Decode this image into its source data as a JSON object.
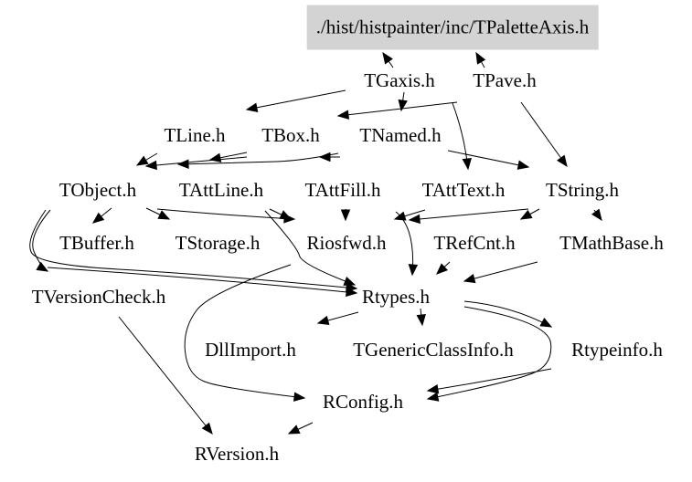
{
  "graph": {
    "root": "./hist/histpainter/inc/TPaletteAxis.h",
    "nodes": [
      {
        "id": "root",
        "label": "./hist/histpainter/inc/TPaletteAxis.h",
        "highlighted": true
      },
      {
        "id": "TGaxis",
        "label": "TGaxis.h"
      },
      {
        "id": "TPave",
        "label": "TPave.h"
      },
      {
        "id": "TLine",
        "label": "TLine.h"
      },
      {
        "id": "TBox",
        "label": "TBox.h"
      },
      {
        "id": "TNamed",
        "label": "TNamed.h"
      },
      {
        "id": "TObject",
        "label": "TObject.h"
      },
      {
        "id": "TAttLine",
        "label": "TAttLine.h"
      },
      {
        "id": "TAttFill",
        "label": "TAttFill.h"
      },
      {
        "id": "TAttText",
        "label": "TAttText.h"
      },
      {
        "id": "TString",
        "label": "TString.h"
      },
      {
        "id": "TBuffer",
        "label": "TBuffer.h"
      },
      {
        "id": "TStorage",
        "label": "TStorage.h"
      },
      {
        "id": "Riosfwd",
        "label": "Riosfwd.h"
      },
      {
        "id": "TRefCnt",
        "label": "TRefCnt.h"
      },
      {
        "id": "TMathBase",
        "label": "TMathBase.h"
      },
      {
        "id": "TVersionCheck",
        "label": "TVersionCheck.h"
      },
      {
        "id": "Rtypes",
        "label": "Rtypes.h"
      },
      {
        "id": "DllImport",
        "label": "DllImport.h"
      },
      {
        "id": "TGenericClassInfo",
        "label": "TGenericClassInfo.h"
      },
      {
        "id": "Rtypeinfo",
        "label": "Rtypeinfo.h"
      },
      {
        "id": "RConfig",
        "label": "RConfig.h"
      },
      {
        "id": "RVersion",
        "label": "RVersion.h"
      }
    ],
    "edges": [
      {
        "from": "TGaxis",
        "to": "root"
      },
      {
        "from": "TPave",
        "to": "root"
      },
      {
        "from": "TGaxis",
        "to": "TLine"
      },
      {
        "from": "TGaxis",
        "to": "TNamed"
      },
      {
        "from": "TGaxis",
        "to": "TBox"
      },
      {
        "from": "TGaxis",
        "to": "TAttText"
      },
      {
        "from": "TPave",
        "to": "TString"
      },
      {
        "from": "TLine",
        "to": "TObject"
      },
      {
        "from": "TLine",
        "to": "TAttLine"
      },
      {
        "from": "TBox",
        "to": "TObject"
      },
      {
        "from": "TBox",
        "to": "TAttFill"
      },
      {
        "from": "TNamed",
        "to": "TObject"
      },
      {
        "from": "TNamed",
        "to": "TString"
      },
      {
        "from": "TObject",
        "to": "TBuffer"
      },
      {
        "from": "TObject",
        "to": "TStorage"
      },
      {
        "from": "TObject",
        "to": "Riosfwd"
      },
      {
        "from": "TObject",
        "to": "TVersionCheck"
      },
      {
        "from": "TObject",
        "to": "Rtypes"
      },
      {
        "from": "TAttLine",
        "to": "Riosfwd"
      },
      {
        "from": "TAttLine",
        "to": "Rtypes"
      },
      {
        "from": "TAttFill",
        "to": "Riosfwd"
      },
      {
        "from": "TAttText",
        "to": "Riosfwd"
      },
      {
        "from": "TAttText",
        "to": "Rtypes"
      },
      {
        "from": "TString",
        "to": "Riosfwd"
      },
      {
        "from": "TString",
        "to": "TRefCnt"
      },
      {
        "from": "TString",
        "to": "TMathBase"
      },
      {
        "from": "TRefCnt",
        "to": "Rtypes"
      },
      {
        "from": "TMathBase",
        "to": "Rtypes"
      },
      {
        "from": "TVersionCheck",
        "to": "Rtypes"
      },
      {
        "from": "TVersionCheck",
        "to": "RVersion"
      },
      {
        "from": "Riosfwd",
        "to": "RConfig"
      },
      {
        "from": "Rtypes",
        "to": "DllImport"
      },
      {
        "from": "Rtypes",
        "to": "TGenericClassInfo"
      },
      {
        "from": "Rtypes",
        "to": "Rtypeinfo"
      },
      {
        "from": "Rtypes",
        "to": "RConfig"
      },
      {
        "from": "Rtypeinfo",
        "to": "RConfig"
      },
      {
        "from": "RConfig",
        "to": "RVersion"
      }
    ],
    "colors": {
      "root_fill": "#d3d3d3",
      "edge": "#000000",
      "text": "#000000",
      "background": "#ffffff"
    }
  }
}
